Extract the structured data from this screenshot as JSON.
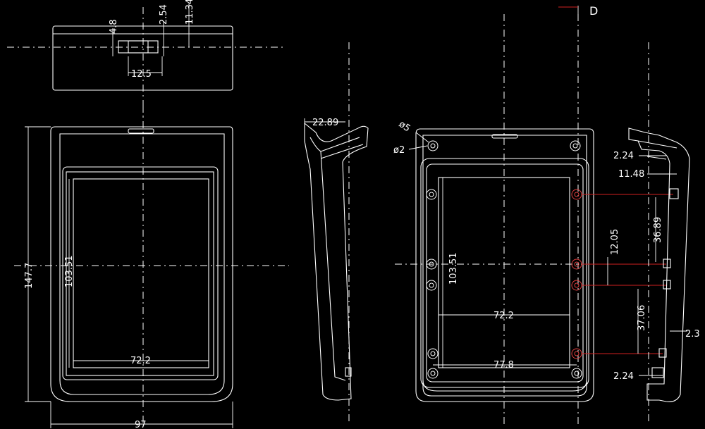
{
  "view_label": "D",
  "dimensions": {
    "top_view": {
      "d_4_8": "4.8",
      "d_2_54": "2.54",
      "d_11_34": "11.34",
      "d_12_5": "12.5"
    },
    "front_view": {
      "height": "147.7",
      "width": "97",
      "window_height": "103.51",
      "window_width": "72.2"
    },
    "side_view": {
      "d_22_89": "22.89"
    },
    "back_view": {
      "hole_dia_large": "ø5",
      "hole_dia_small": "ø2",
      "window_height": "103.51",
      "window_width": "72.2",
      "hole_span": "77.8"
    },
    "section_view": {
      "d_2_24_top": "2.24",
      "d_11_48": "11.48",
      "d_36_89": "36.89",
      "d_12_05": "12.05",
      "d_37_06": "37.06",
      "d_2_3": "2.3",
      "d_2_24_bottom": "2.24"
    }
  }
}
